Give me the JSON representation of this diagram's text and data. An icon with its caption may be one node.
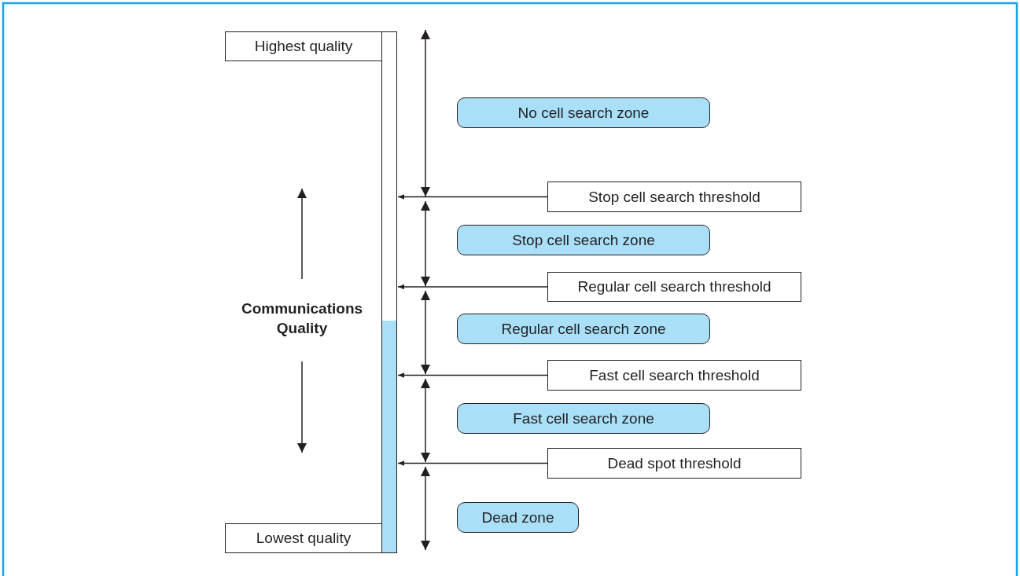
{
  "diagram": {
    "nodes": [
      {
        "text": [
          "Highest quality"
        ]
      },
      {
        "text": [],
        "shape": "bar"
      },
      {
        "text": [
          "No cell search zone"
        ]
      },
      {
        "text": [
          "Stop cell search threshold"
        ]
      },
      {
        "text": [
          "Stop cell search zone"
        ]
      },
      {
        "text": [
          "Regular cell search threshold"
        ]
      },
      {
        "text": [
          "Regular cell search zone"
        ]
      },
      {
        "text": [
          "Fast cell search threshold"
        ]
      },
      {
        "text": [
          "Fast cell search zone"
        ]
      },
      {
        "text": [
          "Dead spot threshold"
        ]
      },
      {
        "text": [
          "Dead zone"
        ]
      },
      {
        "text": [
          "Lowest quality"
        ]
      }
    ],
    "edges": [
      {
        "from": 3,
        "to": 1,
        "arrow": "to"
      },
      {
        "from": 5,
        "to": 1,
        "arrow": "to"
      },
      {
        "from": 7,
        "to": 1,
        "arrow": "to"
      },
      {
        "from": 9,
        "to": 1,
        "arrow": "to"
      }
    ],
    "labels": [
      "Communications Quality"
    ]
  }
}
